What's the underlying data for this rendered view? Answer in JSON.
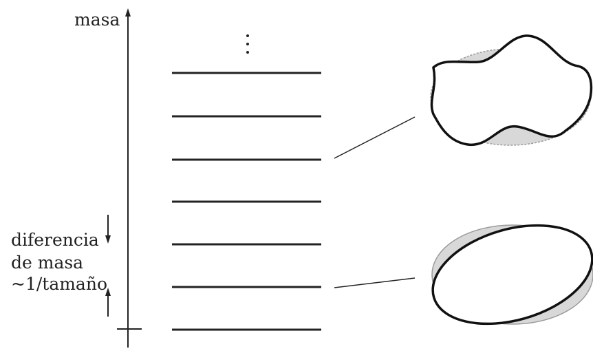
{
  "axis": {
    "label": "masa",
    "gap_label": {
      "line1": "diferencia",
      "line2": "de masa",
      "line3": "~1/tamaño"
    }
  },
  "levels": {
    "count": 7,
    "continues_above": true
  },
  "shapes": [
    {
      "name": "excited-string-shape",
      "description_level_index": 4,
      "style": "wavy"
    },
    {
      "name": "ground-string-shape",
      "description_level_index": 1,
      "style": "ellipse"
    }
  ],
  "colors": {
    "line": "#222222",
    "fill_gray": "#d8d8d8",
    "outline_gray": "#9a9a9a"
  }
}
